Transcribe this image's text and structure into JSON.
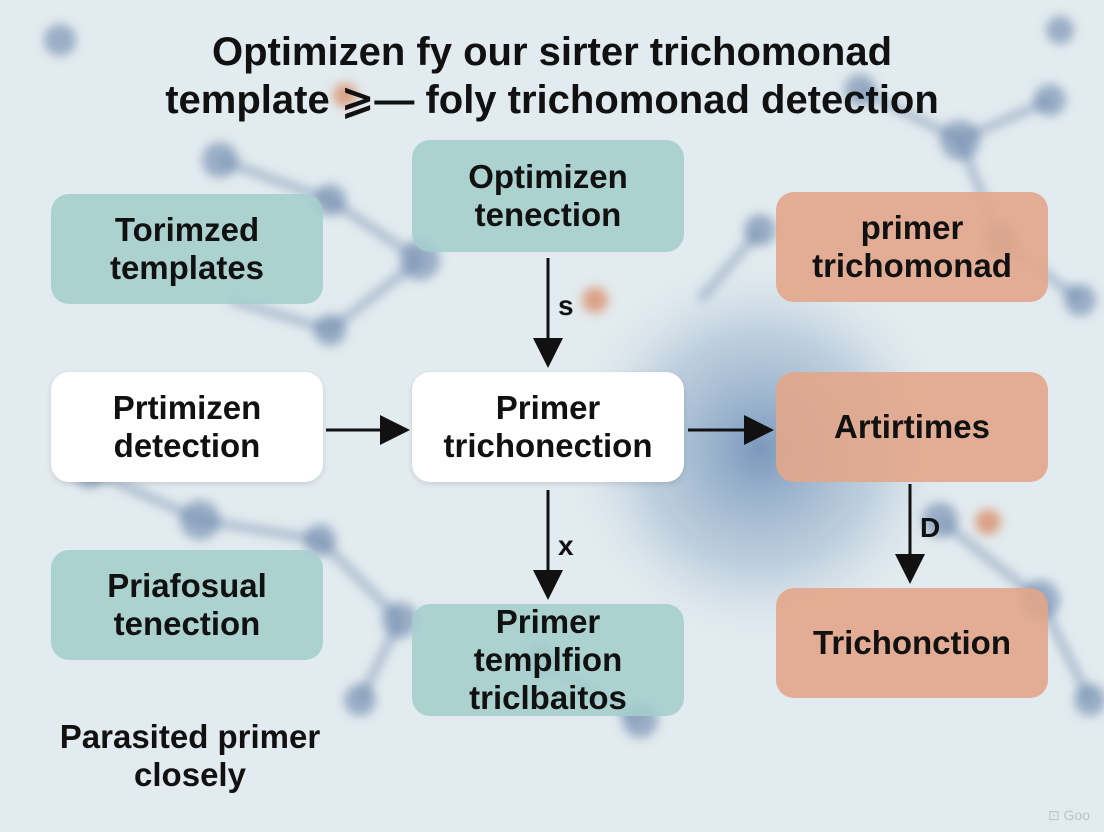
{
  "title": {
    "line1": "Optimizen fy our sirter trichomonad",
    "line2": "template ⩾— foly trichomonad detection"
  },
  "boxes": {
    "torimzed_templates": "Torimzed templates",
    "optimizen_tenection": "Optimizen tenection",
    "primer_trichomonad": "primer trichomonad",
    "prtimizen_detection": "Prtimizen detection",
    "primer_trichonection": "Primer trichonection",
    "artirtimes": "Artirtimes",
    "priafosual_tenection": "Priafosual tenection",
    "primer_templfion": "Primer templfion triclbaitos",
    "trichonction": "Trichonction"
  },
  "arrow_labels": {
    "s": "s",
    "x": "x",
    "d": "D"
  },
  "free_text": "Parasited primer closely",
  "watermark": "⊡ Goo",
  "colors": {
    "teal": "#a4cecc",
    "peach": "#e2a68a",
    "white": "#ffffff",
    "arrow": "#111111"
  }
}
